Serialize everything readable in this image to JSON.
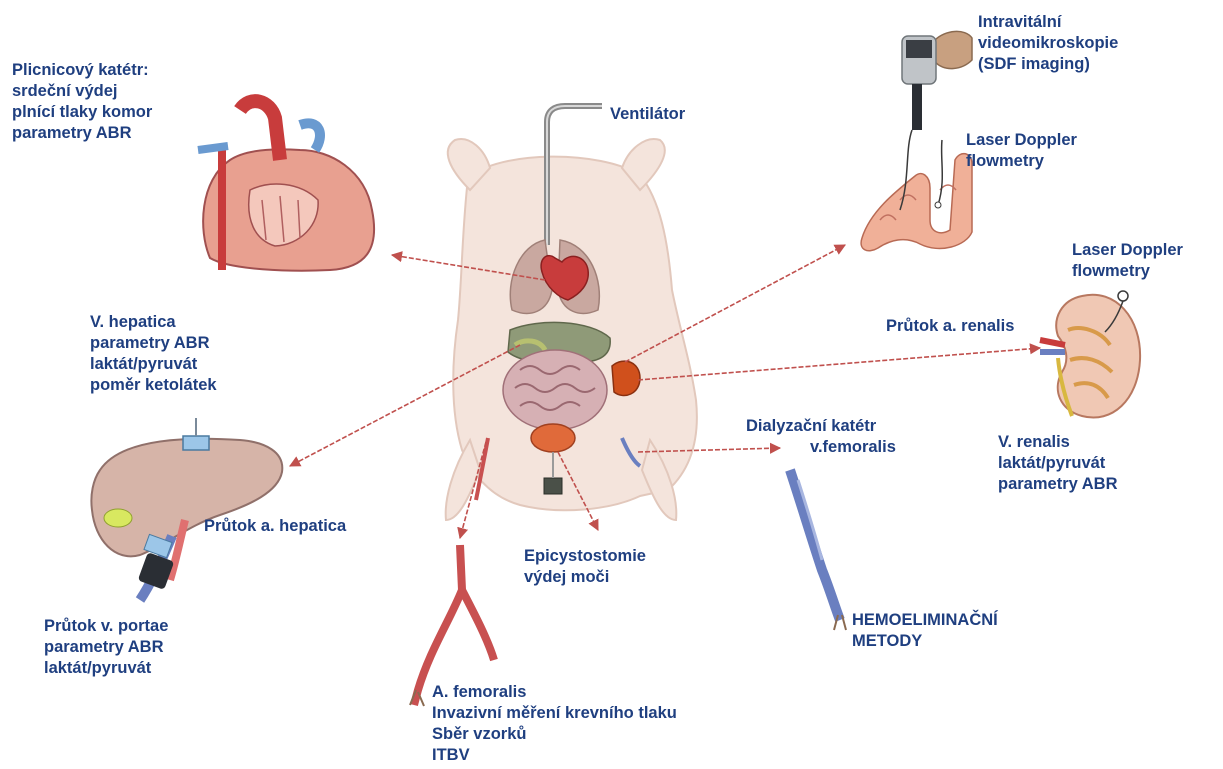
{
  "colors": {
    "label_text": "#1f3f80",
    "arrow": "#c0504d",
    "tissue": "#e8a090",
    "organ_red": "#c83c3c",
    "vessel_blue": "#6a7fc0",
    "pig_body": "#f4e4dc"
  },
  "labels": {
    "ventilator": "Ventilátor",
    "pulmonary_catheter": [
      "Plicnicový katétr:",
      "srdeční výdej",
      "plnící tlaky komor",
      "parametry ABR"
    ],
    "sdf_imaging": [
      "Intravitální",
      "videomikroskopie",
      "(SDF imaging)"
    ],
    "ldf_intestine": [
      "Laser Doppler",
      "flowmetry"
    ],
    "ldf_kidney": [
      "Laser Doppler",
      "flowmetry"
    ],
    "renal_flow": "Průtok a. renalis",
    "v_hepatica": [
      "V. hepatica",
      "parametry ABR",
      "laktát/pyruvát",
      "poměr ketolátek"
    ],
    "hepatic_flow": "Průtok a. hepatica",
    "portal_flow": [
      "Průtok v. portae",
      "parametry ABR",
      "laktát/pyruvát"
    ],
    "epicystostomy": [
      "Epicystostomie",
      "výdej moči"
    ],
    "dialysis_catheter": [
      "Dialyzační katétr",
      "v.femoralis"
    ],
    "v_renalis": [
      "V. renalis",
      "laktát/pyruvát",
      "parametry ABR"
    ],
    "femoral_artery": [
      "A. femoralis",
      "Invazivní měření krevního tlaku",
      "Sběr vzorků",
      "ITBV"
    ],
    "hemoelimination": [
      "HEMOELIMINAČNÍ",
      "METODY"
    ]
  }
}
